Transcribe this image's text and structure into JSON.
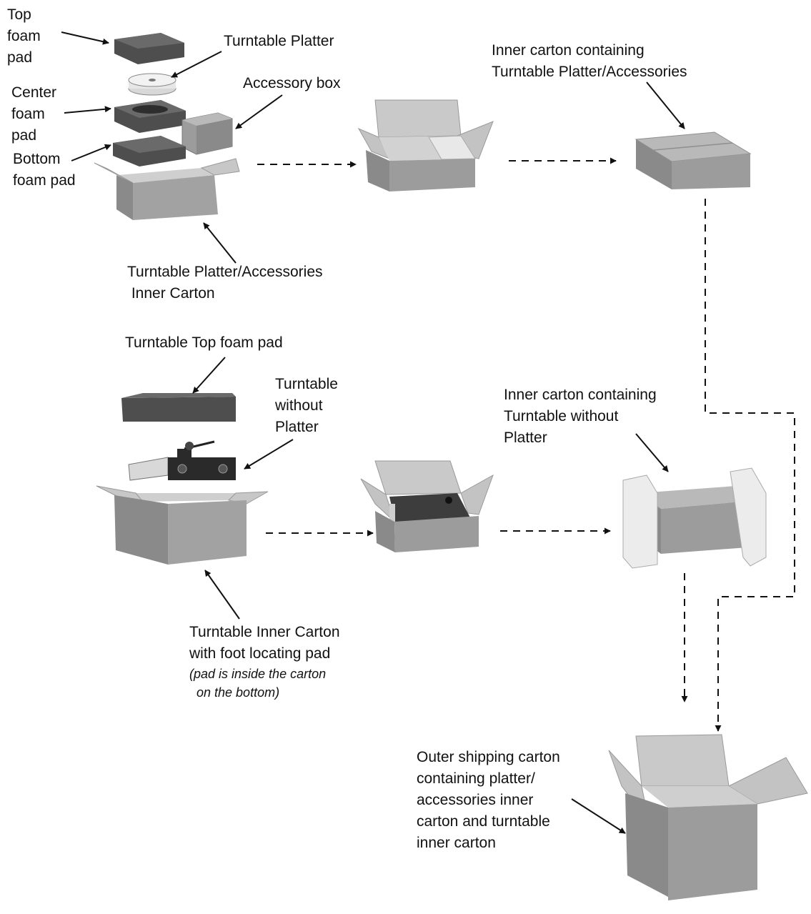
{
  "labels": {
    "top_foam_pad": [
      "Top",
      "foam",
      "pad"
    ],
    "turntable_platter": "Turntable Platter",
    "accessory_box": "Accessory box",
    "center_foam_pad": [
      "Center",
      "foam",
      "pad"
    ],
    "bottom_foam_pad": [
      "Bottom",
      "foam pad"
    ],
    "platter_inner_carton": [
      "Turntable Platter/Accessories",
      " Inner Carton"
    ],
    "inner_carton_platter": [
      "Inner carton containing",
      "Turntable Platter/Accessories"
    ],
    "turntable_top_foam_pad": "Turntable Top foam pad",
    "turntable_without_platter": [
      "Turntable",
      "without",
      "Platter"
    ],
    "inner_carton_turntable": [
      "Inner carton containing",
      "Turntable without",
      "Platter"
    ],
    "turntable_inner_carton": [
      "Turntable Inner Carton",
      "with foot locating pad"
    ],
    "pad_note": [
      "(pad is inside the carton",
      "  on the bottom)"
    ],
    "outer_carton": [
      "Outer shipping carton",
      "containing platter/",
      "accessories inner",
      "carton and turntable",
      "inner carton"
    ]
  },
  "colors": {
    "box_front": "#9c9c9c",
    "box_side": "#8a8a8a",
    "box_top": "#b9b9b9",
    "box_interior": "#cfcfcf",
    "foam": "#4e4e4e",
    "foam_top": "#6a6a6a",
    "white_foam": "#ececec",
    "line": "#111111"
  }
}
